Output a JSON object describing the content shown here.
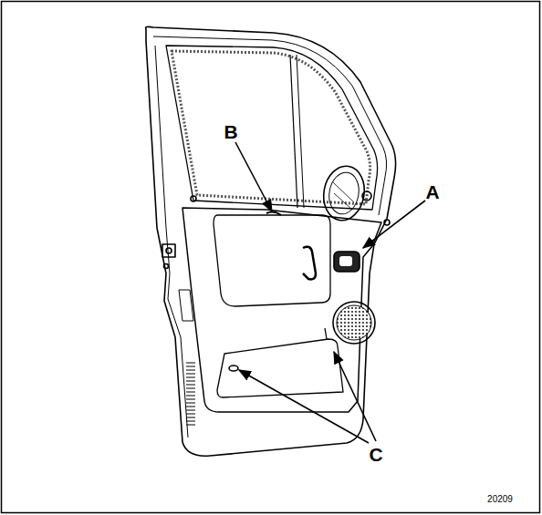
{
  "diagram": {
    "labels": [
      "A",
      "B",
      "C",
      "20209"
    ]
  }
}
